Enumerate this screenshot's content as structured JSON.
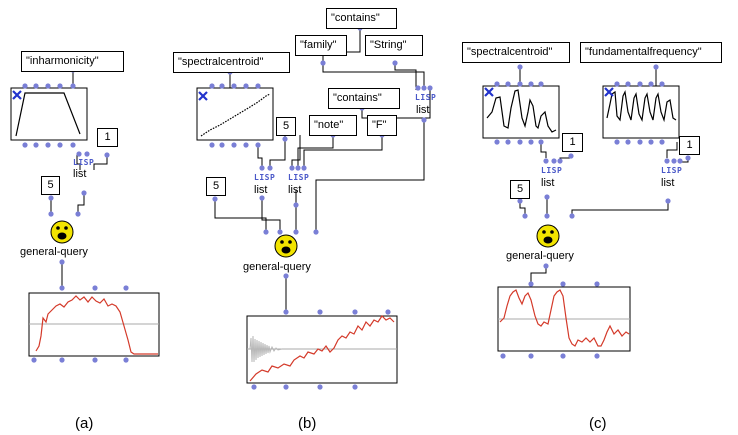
{
  "panels": [
    {
      "id": "a",
      "caption": "(a)",
      "descriptor": "\"inharmonicity\"",
      "number": "1",
      "small_number": "5",
      "lisp": "LISP",
      "list": "list",
      "query": "general-query"
    },
    {
      "id": "b",
      "caption": "(b)",
      "descriptor": "\"spectralcentroid\"",
      "number": "5",
      "small_number": "5",
      "lisp": "LISP",
      "list": "list",
      "query": "general-query",
      "contains_top": "\"contains\"",
      "family": "\"family\"",
      "string": "\"String\"",
      "contains_mid": "\"contains\"",
      "note": "\"note\"",
      "f": "\"F\"",
      "lisp2": "LISP",
      "list2": "list",
      "lisp3": "LISP",
      "list3": "list"
    },
    {
      "id": "c",
      "caption": "(c)",
      "descriptor": "\"spectralcentroid\"",
      "descriptor2": "\"fundamentalfrequency\"",
      "number": "1",
      "number2": "1",
      "small_number": "5",
      "lisp": "LISP",
      "list": "list",
      "lisp2": "LISP",
      "list2": "list",
      "query": "general-query"
    }
  ],
  "colors": {
    "connector": "#7a7fd6",
    "curve_red": "#d43a2a",
    "curve_black": "#000000",
    "grid": "#aaaaaa",
    "x_mark": "#2233cc",
    "face": "#f2e400"
  }
}
